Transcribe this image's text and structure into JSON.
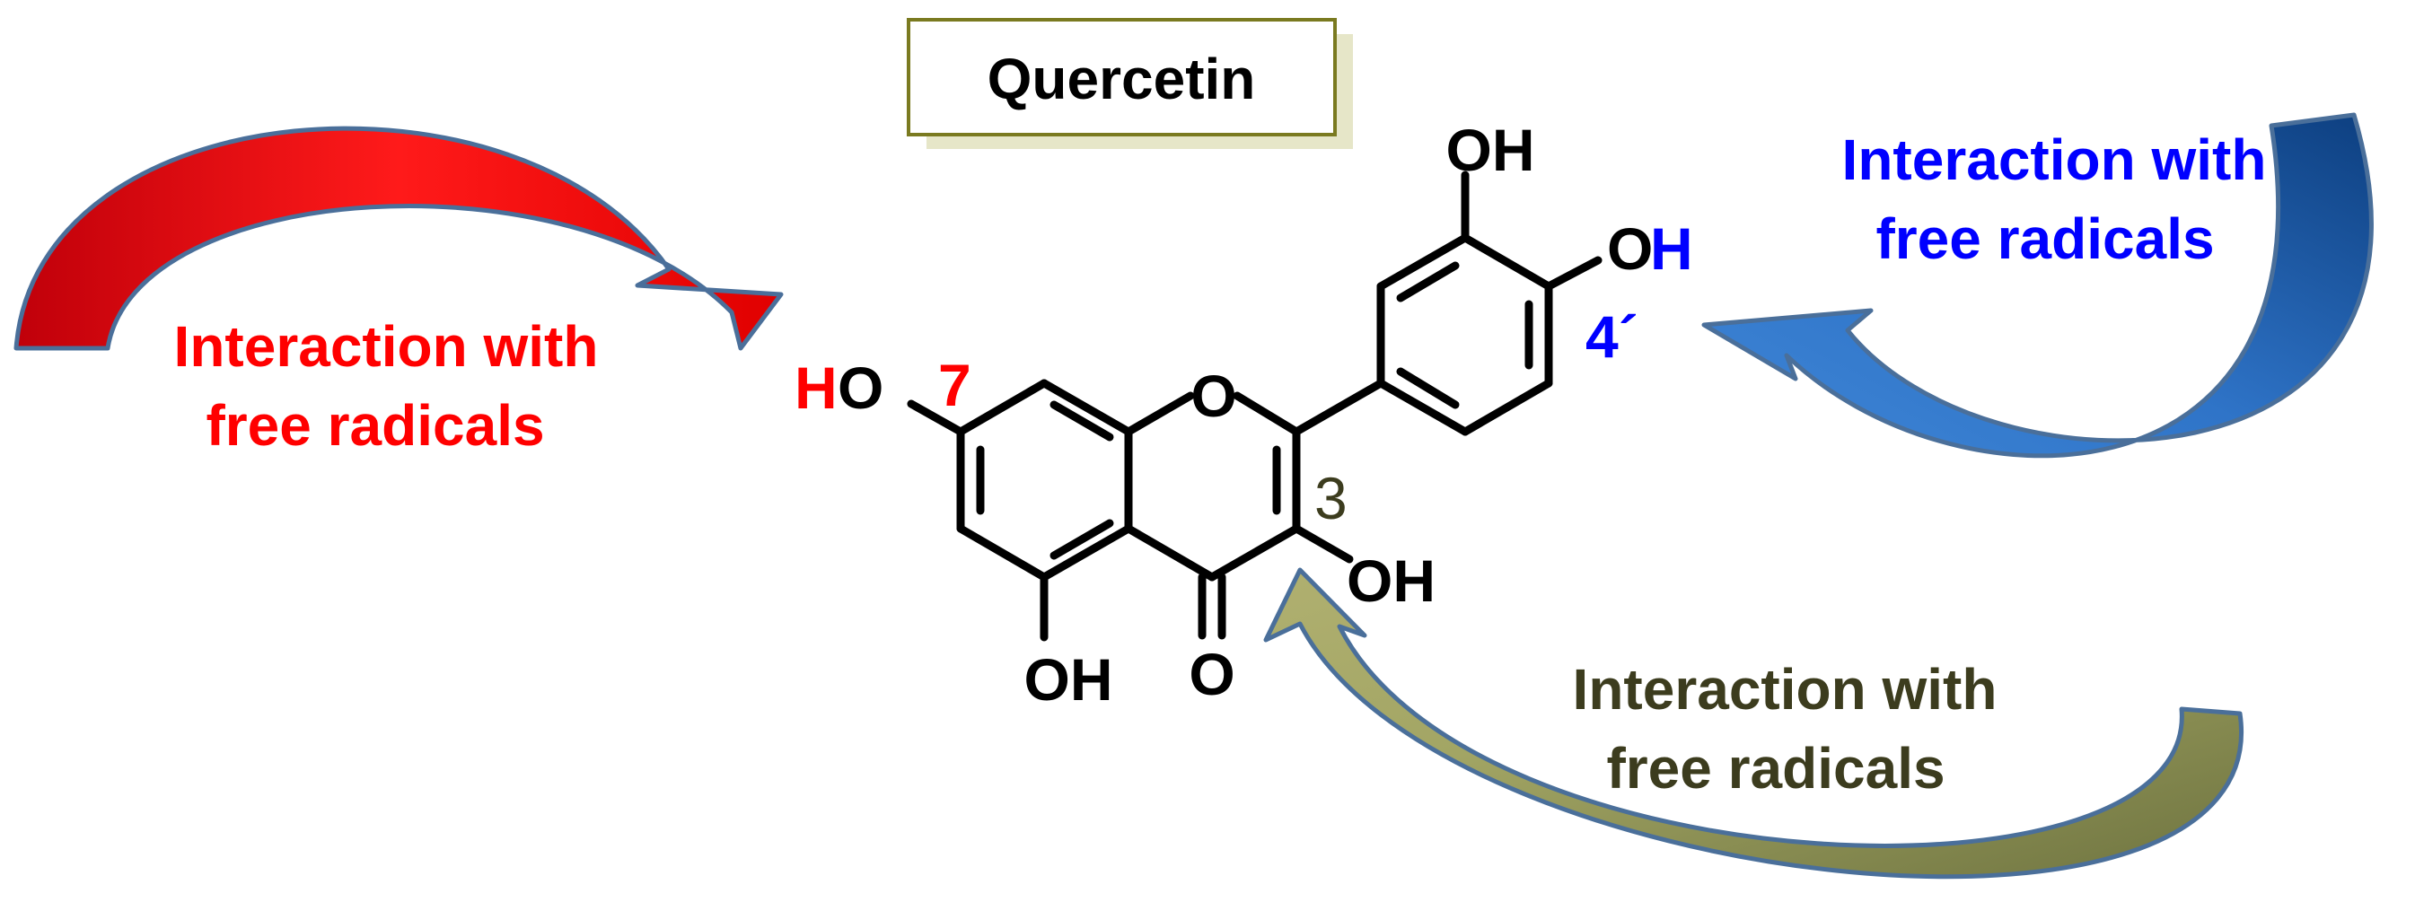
{
  "title": "Quercetin",
  "atoms": {
    "oh_top": "OH",
    "oh_right": "O",
    "h_right": "H",
    "ho_left_h": "H",
    "ho_left_o": "O",
    "ring_o": "O",
    "oh_3": "OH",
    "oh_5": "OH",
    "carbonyl_o": "O"
  },
  "positions": {
    "p7": "7",
    "p3": "3",
    "p4prime": "4´"
  },
  "captions": {
    "red": [
      "Interaction with",
      "free radicals"
    ],
    "blue": [
      "Interaction with",
      "free radicals"
    ],
    "olive": [
      "Interaction with",
      "free radicals"
    ]
  },
  "colors": {
    "red": "#ff0000",
    "blue": "#0000ff",
    "olive": "#3c3c1e",
    "black": "#000000",
    "box_border": "#7a7a20",
    "box_shadow": "#e6e6c8"
  }
}
